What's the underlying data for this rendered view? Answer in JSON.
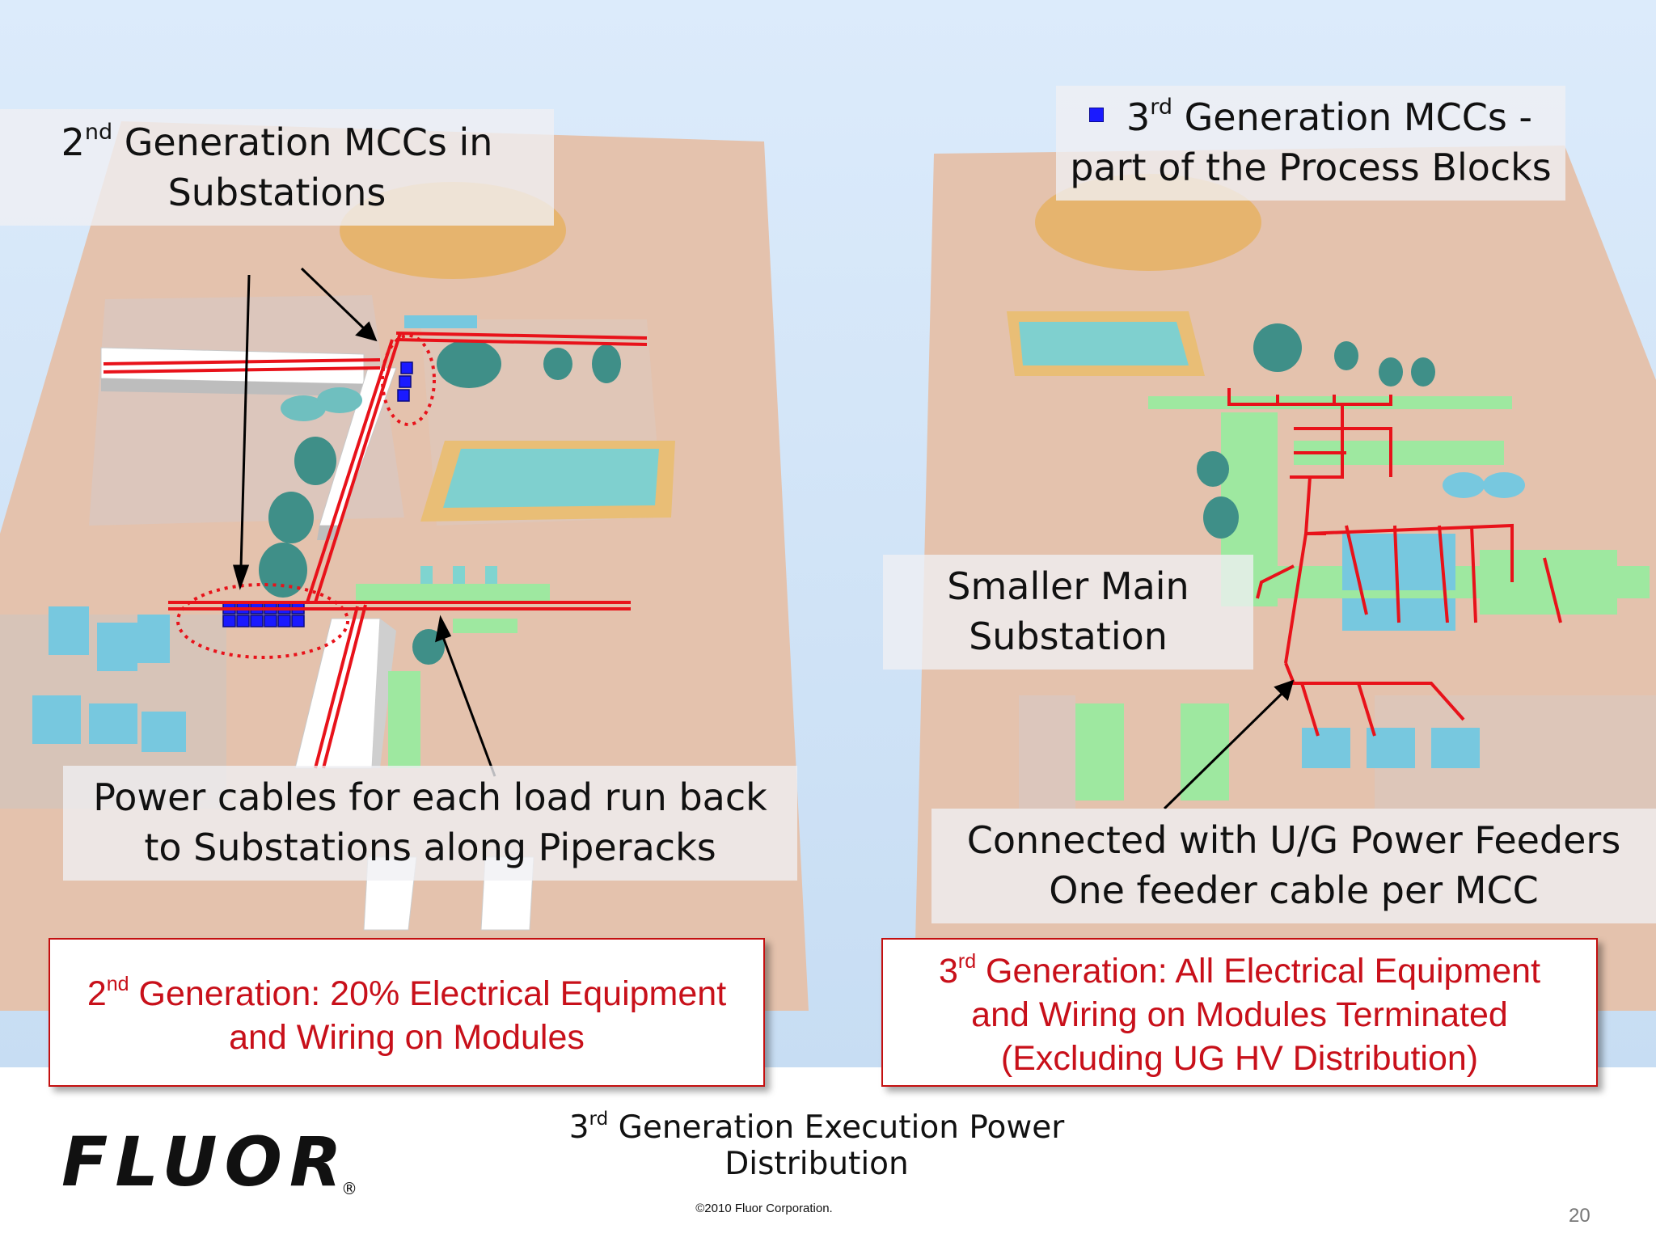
{
  "left_panel": {
    "callout_top": {
      "line1_pre": "2",
      "line1_sup": "nd",
      "line1_post": " Generation MCCs in",
      "line2": "Substations"
    },
    "callout_bottom": {
      "line1": "Power cables for each load run back",
      "line2": "to Substations along Piperacks"
    },
    "summary": {
      "line1_pre": "2",
      "line1_sup": "nd",
      "line1_post": " Generation: 20% Electrical Equipment",
      "line2": "and Wiring on Modules"
    }
  },
  "right_panel": {
    "callout_top": {
      "line1_pre": "3",
      "line1_sup": "rd",
      "line1_post": " Generation MCCs -",
      "line2": "part of the Process Blocks"
    },
    "callout_mid": {
      "line1": "Smaller Main",
      "line2": "Substation"
    },
    "callout_bottom": {
      "line1": "Connected with U/G Power Feeders",
      "line2": "One feeder cable per MCC"
    },
    "summary": {
      "line1_pre": "3",
      "line1_sup": "rd",
      "line1_post": " Generation: All Electrical Equipment",
      "line2": "and Wiring on Modules Terminated",
      "line3": "(Excluding UG HV Distribution)"
    }
  },
  "footer": {
    "title_pre": "3",
    "title_sup": "rd",
    "title_post": " Generation Execution Power Distribution",
    "logo": "FLUOR",
    "logo_mark": "®",
    "copyright": "©2010 Fluor Corporation.",
    "page_number": "20"
  },
  "colors": {
    "sky": "#cfe3f6",
    "ground": "#e4c3ad",
    "cable_red": "#e8121a",
    "module_green": "#8fe88f",
    "tank_teal": "#3f8f88",
    "mcc_blue": "#1a1aff",
    "summary_text": "#c8101a"
  }
}
